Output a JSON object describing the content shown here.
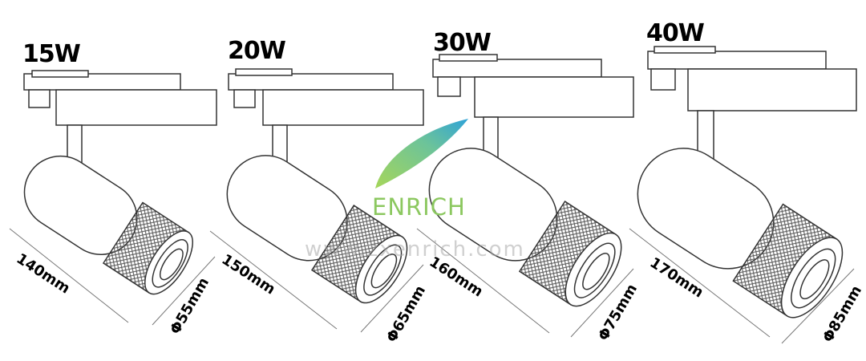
{
  "products": [
    {
      "wattage": "15W",
      "length": "140mm",
      "diameter": "Φ55mm"
    },
    {
      "wattage": "20W",
      "length": "150mm",
      "diameter": "Φ65mm"
    },
    {
      "wattage": "30W",
      "length": "160mm",
      "diameter": "Φ75mm"
    },
    {
      "wattage": "40W",
      "length": "170mm",
      "diameter": "Φ85mm"
    }
  ],
  "brand": {
    "name": "ENRICH",
    "watermark": "www.zxenrich.com"
  },
  "colors": {
    "line": "#333333",
    "accent_green": "#8cc860",
    "accent_blue": "#3aa6c8"
  },
  "icons": [
    "track-spotlight-drawing",
    "leaf-logo-icon",
    "knurled-lens-ring"
  ]
}
